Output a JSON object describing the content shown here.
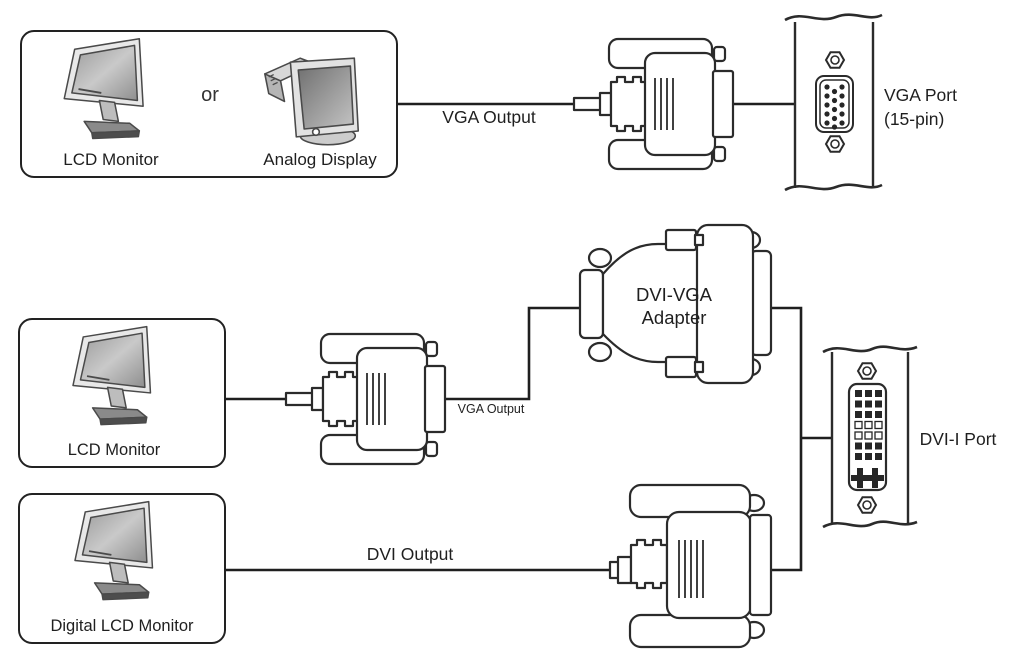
{
  "colors": {
    "ink": "#262626",
    "background": "#ffffff",
    "monitor_body": "#e4e4e4",
    "screen_dark": "#8e8e8e",
    "screen_light": "#d6d6d6",
    "base_dark": "#555555"
  },
  "top_path": {
    "box": {
      "device1_label": "LCD Monitor",
      "or_label": "or",
      "device2_label": "Analog Display"
    },
    "cable_label": "VGA Output",
    "port": {
      "label_line1": "VGA Port",
      "label_line2": "(15-pin)"
    }
  },
  "middle_path": {
    "box": {
      "device_label": "LCD Monitor"
    },
    "cable_label": "VGA Output",
    "adapter": {
      "label_line1": "DVI-VGA",
      "label_line2": "Adapter"
    },
    "port": {
      "label": "DVI-I Port"
    }
  },
  "bottom_path": {
    "box": {
      "device_label": "Digital LCD Monitor"
    },
    "cable_label": "DVI Output"
  }
}
